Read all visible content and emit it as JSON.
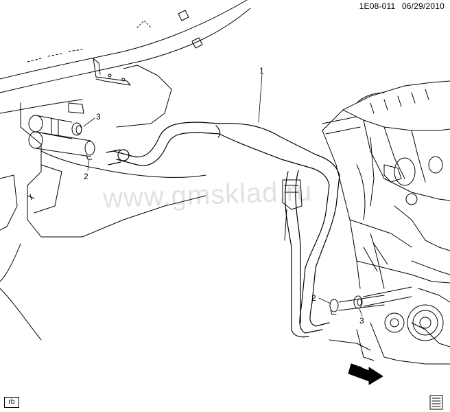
{
  "header": {
    "diagram_id": "1E08-011",
    "date": "06/29/2010"
  },
  "watermark": "www.gmsklad.ru",
  "callouts": [
    {
      "id": "callout-1-hose",
      "label": "1"
    },
    {
      "id": "callout-2-clamp-left",
      "label": "2"
    },
    {
      "id": "callout-3-seal-left",
      "label": "3"
    },
    {
      "id": "callout-2-clamp-right",
      "label": "2"
    },
    {
      "id": "callout-3-seal-right",
      "label": "3"
    }
  ],
  "direction_marker": "FRT",
  "corner_tag": "rb",
  "icons": {
    "front_arrow": "front-direction-arrow-icon",
    "corner_document": "document-icon"
  }
}
